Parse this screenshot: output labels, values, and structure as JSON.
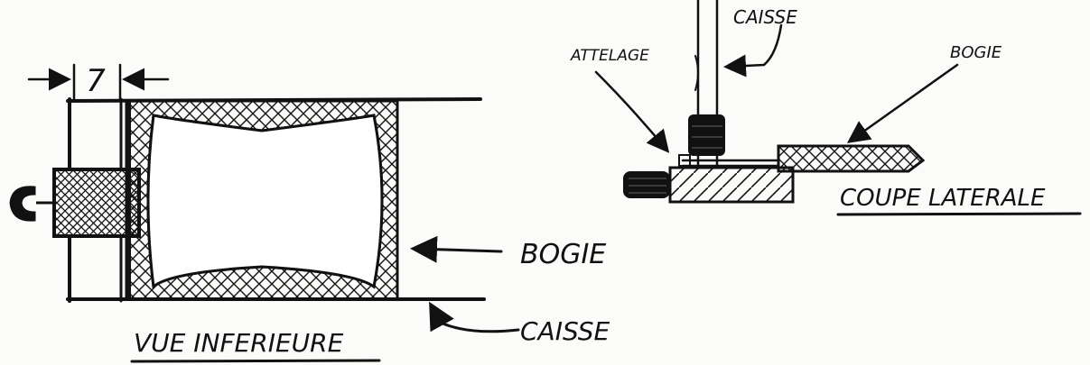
{
  "left_view": {
    "dimension_value": "7",
    "label_bogie": "BOGIE",
    "label_caisse": "CAISSE",
    "caption": "VUE INFERIEURE"
  },
  "right_view": {
    "label_caisse": "CAISSE",
    "label_attelage": "ATTELAGE",
    "label_bogie": "BOGIE",
    "caption": "COUPE LATERALE"
  },
  "colors": {
    "ink": "#111111",
    "paper": "#fbfbf9"
  }
}
